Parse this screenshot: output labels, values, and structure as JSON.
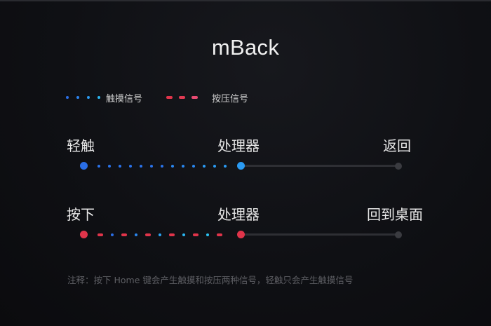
{
  "title": "mBack",
  "legend": [
    {
      "label": "触摸信号",
      "style": "dots",
      "colors": [
        "#2a6ee6",
        "#2a82ee",
        "#2a9af2",
        "#2ab6f2"
      ]
    },
    {
      "label": "按压信号",
      "style": "dashes",
      "colors": [
        "#e0344a",
        "#e03a52",
        "#e84a72"
      ]
    }
  ],
  "rows": [
    {
      "start_label": "轻触",
      "mid_label": "处理器",
      "end_label": "返回",
      "start_color": "#2a6ee6",
      "mid_color": "#2a9af2",
      "end_color": "#3a3b40",
      "signal": "touch"
    },
    {
      "start_label": "按下",
      "mid_label": "处理器",
      "end_label": "回到桌面",
      "start_color": "#e0344a",
      "mid_color": "#e0344a",
      "end_color": "#3a3b40",
      "signal": "touch+press"
    }
  ],
  "note": "注释：按下 Home 键会产生触摸和按压两种信号，轻触只会产生触摸信号",
  "colors": {
    "background": "#0f1014",
    "touch_blue": "#2a82ee",
    "press_red": "#e0344a",
    "track_gray": "#2e2f34"
  }
}
